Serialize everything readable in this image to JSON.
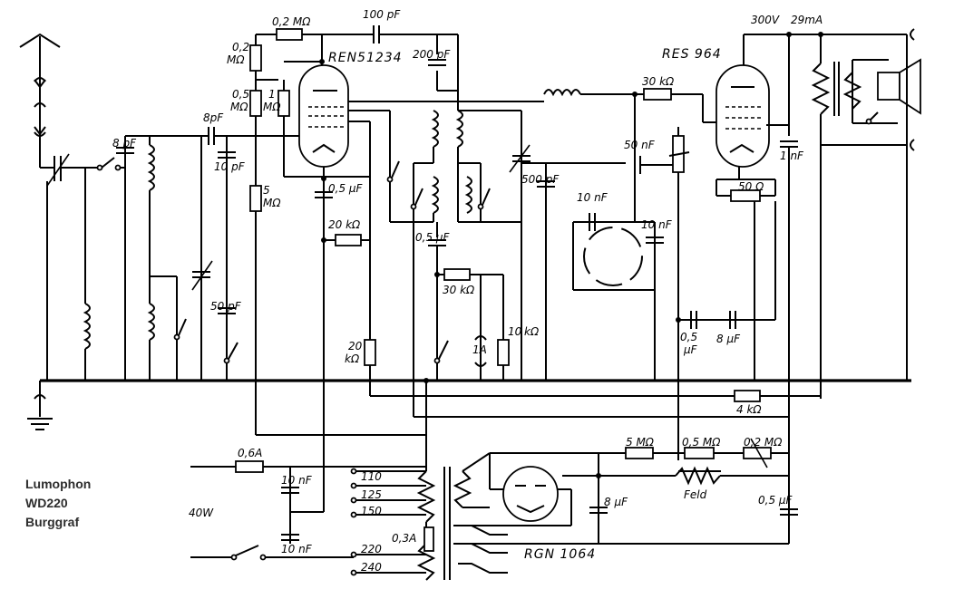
{
  "brand": {
    "line1": "Lumophon",
    "line2": "WD220",
    "line3": "Burggraf"
  },
  "tubes": {
    "t1": "REN51234",
    "t2": "RES 964",
    "rect": "RGN 1064"
  },
  "supply": {
    "voltage": "300V",
    "current": "29mA"
  },
  "power": {
    "watts": "40W",
    "fuse1": "0,6A",
    "fuse2": "0,3A"
  },
  "taps": {
    "t110": "110",
    "t125": "125",
    "t150": "150",
    "t220": "220",
    "t240": "240"
  },
  "labels": {
    "r02m": "0,2 MΩ",
    "c100p": "100 pF",
    "c200p": "200 pF",
    "r02m_v1": "0,2",
    "r02m_v2": "MΩ",
    "r05m_v1": "0,5",
    "r05m_v2": "MΩ",
    "r1m_v1": "1",
    "r1m_v2": "MΩ",
    "c8p_a": "8pF",
    "c8p_b": "8 pF",
    "c10p": "10 pF",
    "r5m_v1": "5",
    "r5m_v2": "MΩ",
    "c05u": "0,5 µF",
    "r20k_a": "20 kΩ",
    "c50p": "50 pF",
    "c05u_b": "0,5 µF",
    "r30k_a": "30 kΩ",
    "r1a": "1A",
    "r10k_v1": "10",
    "r10k_v2": "kΩ",
    "r20k_b1": "20",
    "r20k_b2": "kΩ",
    "r30k_b": "30 kΩ",
    "c50n": "50 nF",
    "c500p": "500 pF",
    "c10n_a": "10 nF",
    "c10n_b": "10 nF",
    "c1n": "1 nF",
    "r50": "50 Ω",
    "c05u_c1": "0,5",
    "c05u_c2": "µF",
    "c8u_a": "8 µF",
    "r4k": "4 kΩ",
    "r5m_b": "5 MΩ",
    "r05m_b": "0,5 MΩ",
    "r02m_b": "0,2 MΩ",
    "feld": "Feld",
    "c8u_b": "8 µF",
    "c05u_d": "0,5 µF",
    "c10n_c": "10 nF",
    "c10n_d": "10 nF"
  }
}
